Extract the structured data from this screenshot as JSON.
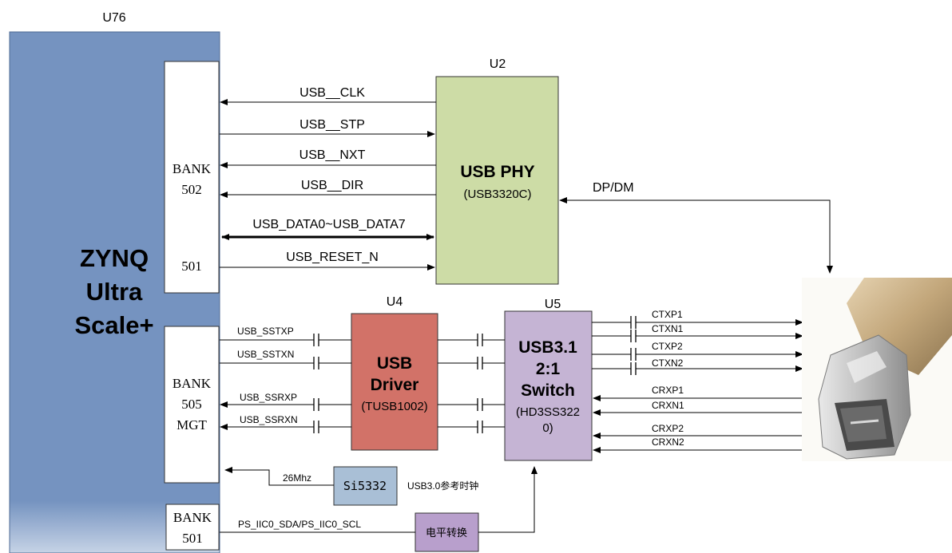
{
  "zynq": {
    "ref": "U76",
    "name_line1": "ZYNQ",
    "name_line2": "Ultra",
    "name_line3": "Scale+"
  },
  "banks": {
    "bank502_line1": "BANK",
    "bank502_line2": "502",
    "bank501_inner": "501",
    "bank505_line1": "BANK",
    "bank505_line2": "505",
    "bank505_line3": "MGT",
    "bank501b_line1": "BANK",
    "bank501b_line2": "501"
  },
  "phy": {
    "ref": "U2",
    "title": "USB PHY",
    "part": "(USB3320C)"
  },
  "driver": {
    "ref": "U4",
    "title_line1": "USB",
    "title_line2": "Driver",
    "part": "(TUSB1002)"
  },
  "switch": {
    "ref": "U5",
    "title_line1": "USB3.1",
    "title_line2": "2:1",
    "title_line3": "Switch",
    "part_line1": "(HD3SS322",
    "part_line2": "0)"
  },
  "clock": {
    "chip": "Si5332",
    "freq": "26Mhz",
    "desc": "USB3.0参考时钟"
  },
  "level_shifter": {
    "label": "电平转换",
    "bus": "PS_IIC0_SDA/PS_IIC0_SCL"
  },
  "signals": {
    "clk": "USB__CLK",
    "stp": "USB__STP",
    "nxt": "USB__NXT",
    "dir": "USB__DIR",
    "data": "USB_DATA0~USB_DATA7",
    "reset": "USB_RESET_N",
    "dpdm": "DP/DM",
    "sstxp": "USB_SSTXP",
    "sstxn": "USB_SSTXN",
    "ssrxp": "USB_SSRXP",
    "ssrxn": "USB_SSRXN",
    "ctxp1": "CTXP1",
    "ctxn1": "CTXN1",
    "ctxp2": "CTXP2",
    "ctxn2": "CTXN2",
    "crxp1": "CRXP1",
    "crxn1": "CRXN1",
    "crxp2": "CRXP2",
    "crxn2": "CRXN2"
  },
  "colors": {
    "zynq": "#7593c0",
    "phy": "#cddca6",
    "driver": "#d27268",
    "switch": "#c5b4d4",
    "clock": "#a9bfd6",
    "level_shifter": "#b89fcc"
  },
  "connector": {
    "icon": "usb-type-c-connector-icon"
  }
}
